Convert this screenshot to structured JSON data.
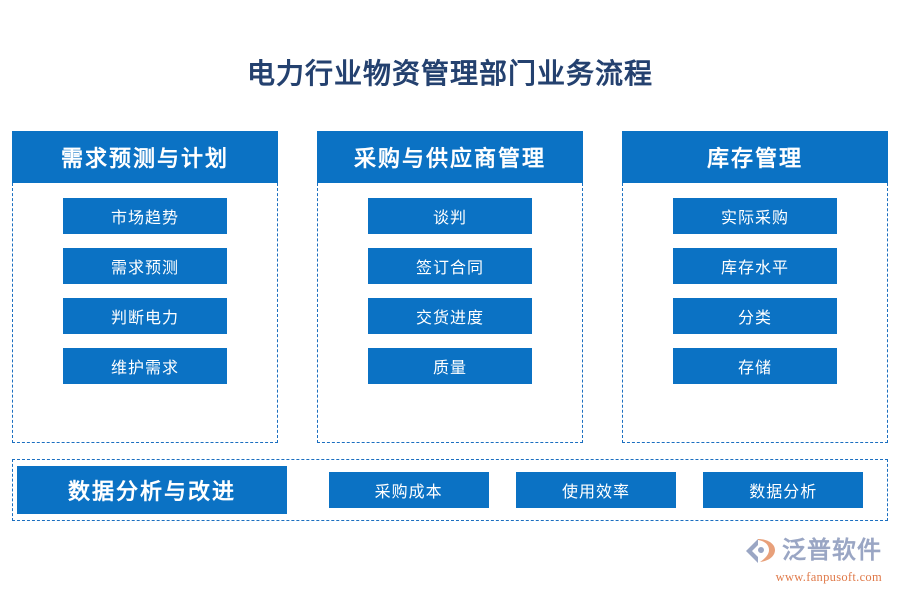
{
  "title": "电力行业物资管理部门业务流程",
  "columns": [
    {
      "header": "需求预测与计划",
      "items": [
        "市场趋势",
        "需求预测",
        "判断电力",
        "维护需求"
      ]
    },
    {
      "header": "采购与供应商管理",
      "items": [
        "谈判",
        "签订合同",
        "交货进度",
        "质量"
      ]
    },
    {
      "header": "库存管理",
      "items": [
        "实际采购",
        "库存水平",
        "分类",
        "存储"
      ]
    }
  ],
  "bottom": {
    "header": "数据分析与改进",
    "items": [
      "采购成本",
      "使用效率",
      "数据分析"
    ]
  },
  "logo": {
    "name": "泛普软件",
    "url": "www.fanpusoft.com"
  },
  "colors": {
    "accent_blue": "#0b72c4",
    "dashed_border": "#1b6fc0",
    "title_text": "#24416f",
    "logo_text": "#9aa6c4",
    "logo_url": "#e07a4a",
    "background": "#ffffff"
  }
}
